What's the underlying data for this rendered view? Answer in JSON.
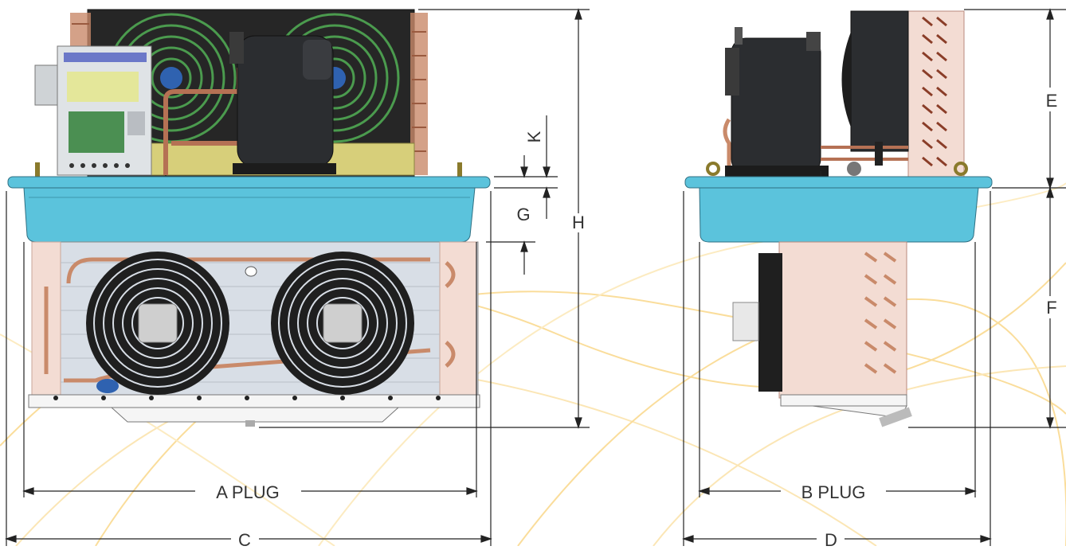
{
  "dimensions": {
    "a_plug": "A PLUG",
    "b_plug": "B PLUG",
    "c": "C",
    "d": "D",
    "e": "E",
    "f": "F",
    "g": "G",
    "h": "H",
    "k": "K"
  },
  "colors": {
    "tray": "#5bc3dc",
    "tray_edge": "#2f6f82",
    "coil_frame": "#f3dcd3",
    "coil_tube": "#d9a596",
    "panel_bg": "#d8dee6",
    "compressor": "#2b2d30",
    "fan": "#1f1f1f",
    "fan_hub": "#cfcfcf",
    "condenser_grill": "#4b9b4e",
    "pipe": "#c98a6a",
    "base_plate": "#d7cf7a",
    "control_box": "#dfe3e6",
    "dim_line": "#222222",
    "watermark": "#f7c24a"
  }
}
